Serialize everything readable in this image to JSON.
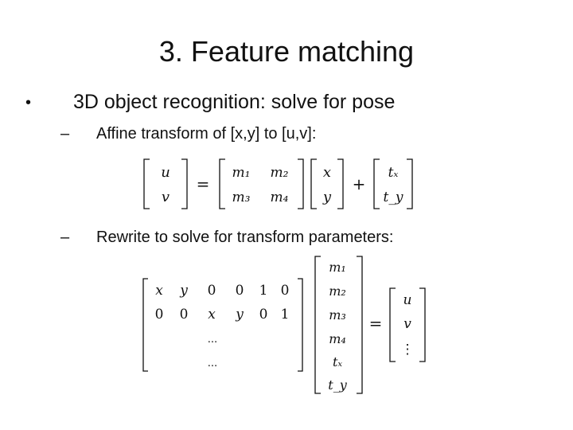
{
  "slide": {
    "title": "3. Feature matching",
    "bullet_symbol": "•",
    "dash_symbol": "–",
    "bullet1": "3D object recognition: solve for pose",
    "sub1": "Affine transform of [x,y] to [u,v]:",
    "sub2": "Rewrite to solve for transform parameters:"
  },
  "equation1": {
    "lhs": [
      "u",
      "v"
    ],
    "matrix": [
      [
        "m₁",
        "m₂"
      ],
      [
        "m₃",
        "m₄"
      ]
    ],
    "vector": [
      "x",
      "y"
    ],
    "translation": [
      "tₓ",
      "t_y"
    ],
    "equals": "=",
    "plus": "+"
  },
  "equation2": {
    "matrix": [
      [
        "x",
        "y",
        "0",
        "0",
        "1",
        "0"
      ],
      [
        "0",
        "0",
        "x",
        "y",
        "0",
        "1"
      ]
    ],
    "ellipsis": [
      "...",
      "..."
    ],
    "params": [
      "m₁",
      "m₂",
      "m₃",
      "m₄",
      "tₓ",
      "t_y"
    ],
    "rhs": [
      "u",
      "v",
      "⋮"
    ],
    "equals": "="
  }
}
